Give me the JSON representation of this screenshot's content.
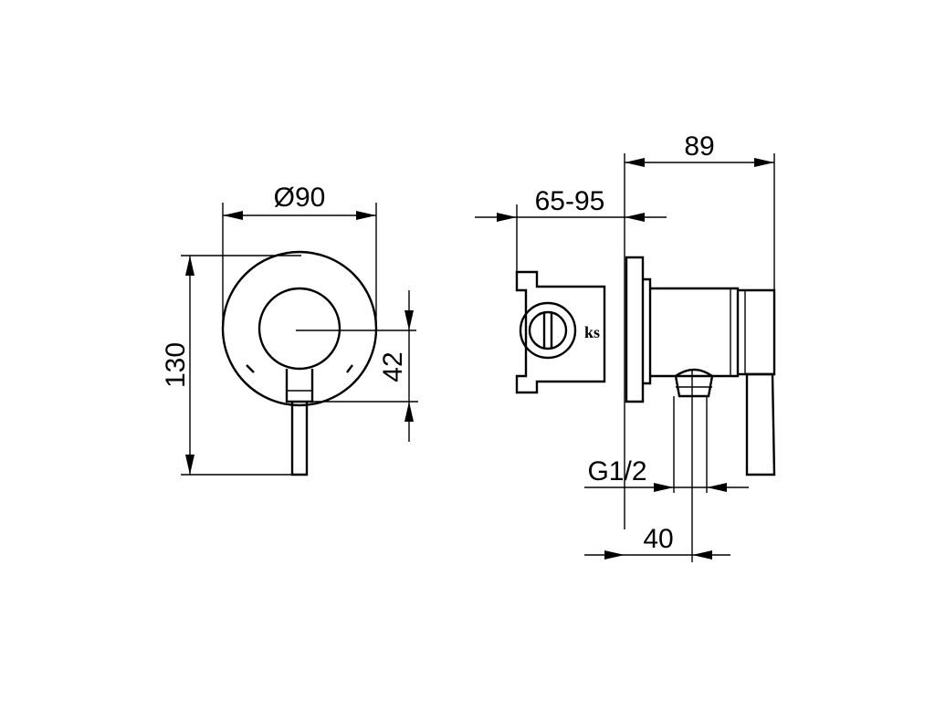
{
  "front_view": {
    "diameter_label": "Ø90",
    "height_label": "130",
    "offset_label": "42"
  },
  "side_view": {
    "depth_overall_label": "89",
    "wall_depth_label": "65-95",
    "thread_label": "G1/2",
    "outlet_distance_label": "40",
    "logo_mark": "ks"
  }
}
